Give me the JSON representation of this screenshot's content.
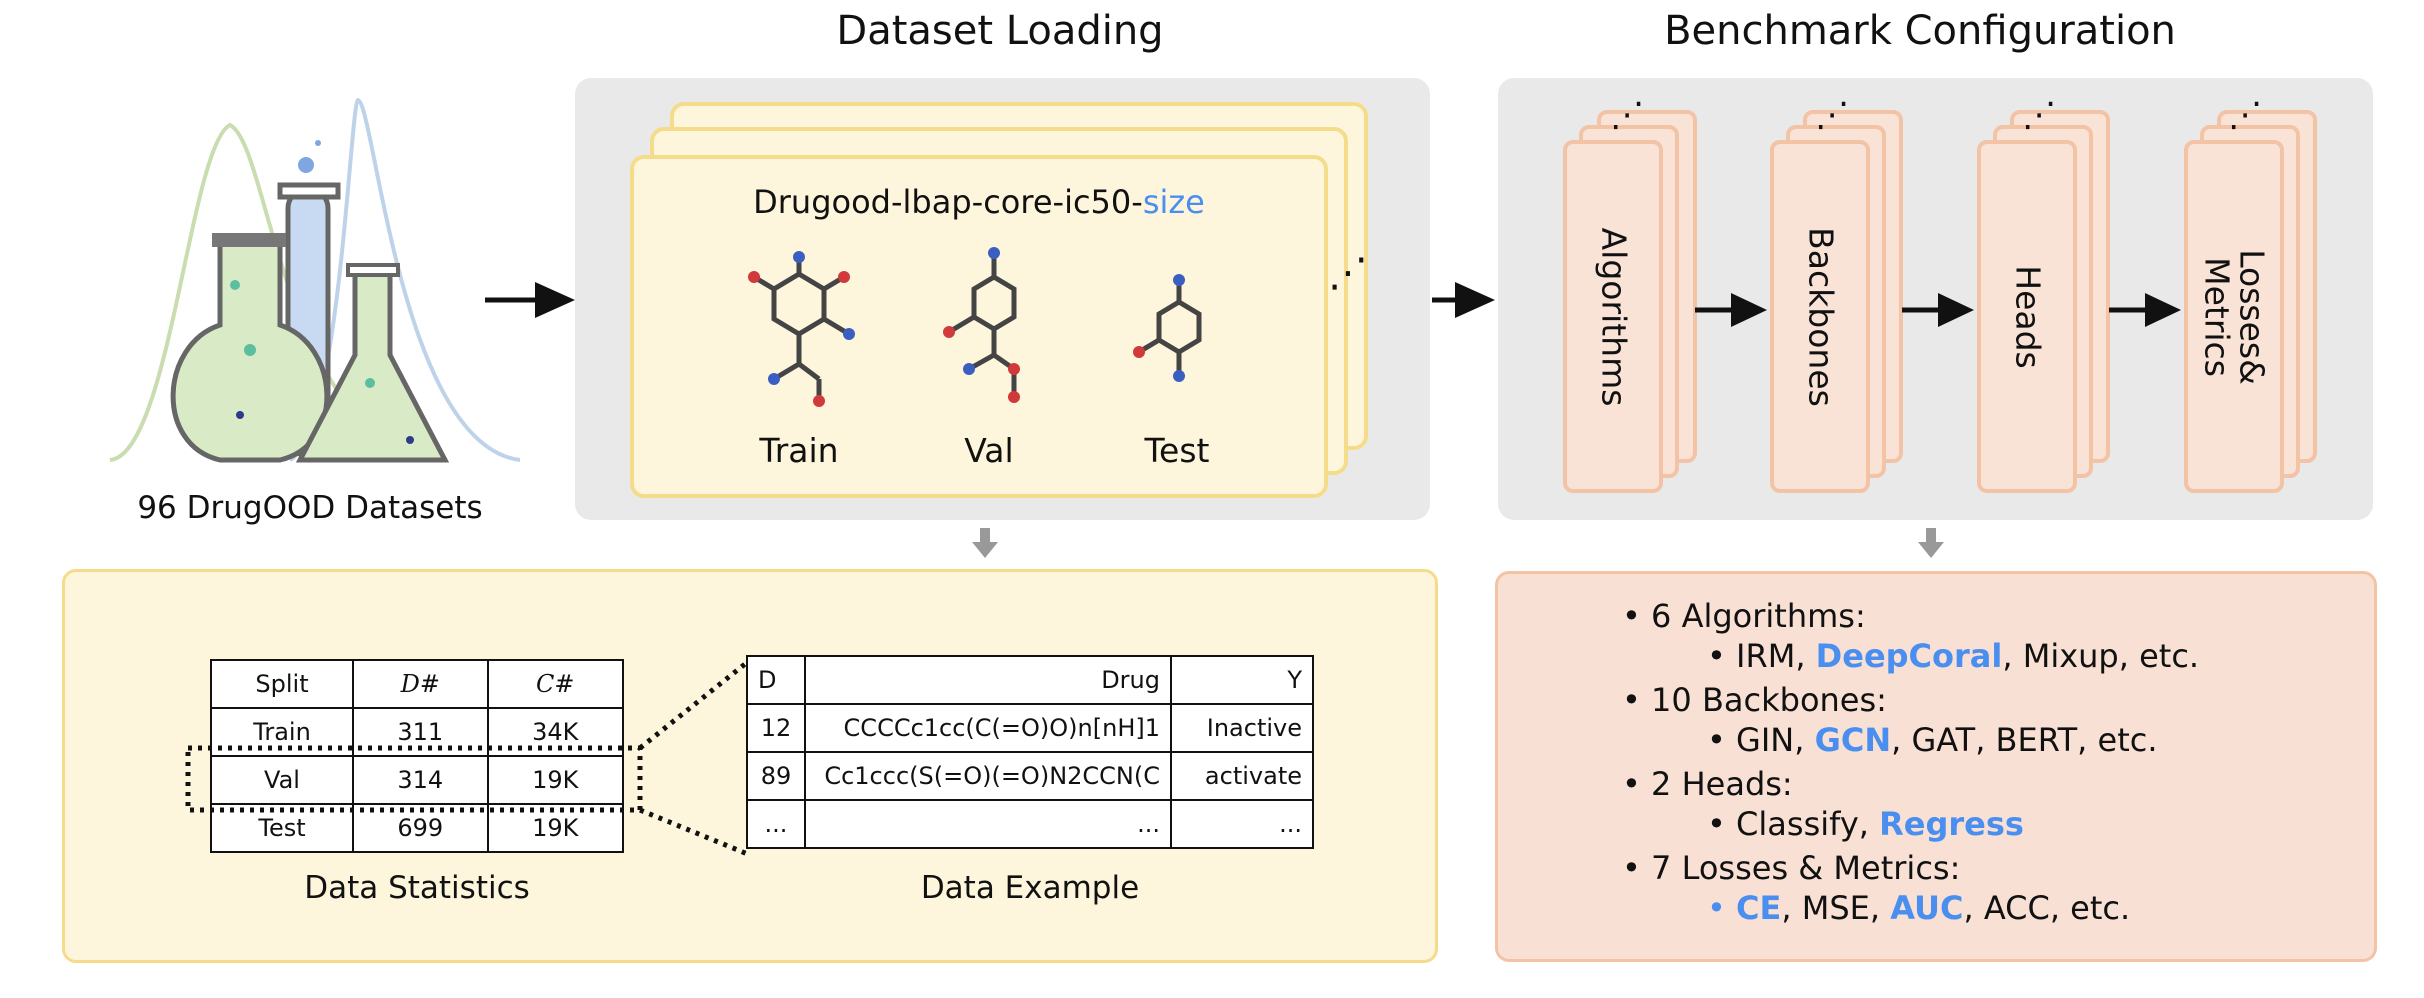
{
  "headings": {
    "dataset_loading": "Dataset Loading",
    "benchmark_configuration": "Benchmark Configuration"
  },
  "datasets_label": "96 DrugOOD Datasets",
  "dataset_card": {
    "name_prefix": "Drugood-lbap-core-ic50-",
    "name_highlight": "size",
    "splits": [
      "Train",
      "Val",
      "Test"
    ],
    "more": "⋰"
  },
  "config_stages": [
    {
      "label": "Algorithms"
    },
    {
      "label": "Backbones"
    },
    {
      "label": "Heads"
    },
    {
      "label": "Losses&\nMetrics"
    }
  ],
  "data_statistics": {
    "caption": "Data Statistics",
    "headers": [
      "Split",
      "D#",
      "C#"
    ],
    "rows": [
      [
        "Train",
        "311",
        "34K"
      ],
      [
        "Val",
        "314",
        "19K"
      ],
      [
        "Test",
        "699",
        "19K"
      ]
    ]
  },
  "data_example": {
    "caption": "Data Example",
    "headers": [
      "D",
      "Drug",
      "Y"
    ],
    "rows": [
      [
        "12",
        "CCCCc1cc(C(=O)O)n[nH]1",
        "Inactive"
      ],
      [
        "89",
        "Cc1ccc(S(=O)(=O)N2CCN(C",
        "activate"
      ],
      [
        "...",
        "...",
        "..."
      ]
    ]
  },
  "summary": {
    "groups": [
      {
        "title": "6 Algorithms:",
        "items": [
          [
            "IRM, ",
            ""
          ],
          [
            "DeepCoral",
            "hl"
          ],
          [
            ", Mixup, etc.",
            ""
          ]
        ]
      },
      {
        "title": "10 Backbones:",
        "items": [
          [
            "GIN, ",
            ""
          ],
          [
            "GCN",
            "hl"
          ],
          [
            ", GAT, BERT, etc.",
            ""
          ]
        ]
      },
      {
        "title": "2 Heads:",
        "items": [
          [
            "Classify, ",
            ""
          ],
          [
            "Regress",
            "hl"
          ]
        ]
      },
      {
        "title": "7 Losses & Metrics:",
        "items": [
          [
            "CE",
            "hl"
          ],
          [
            ", MSE, ",
            ""
          ],
          [
            "AUC",
            "hl"
          ],
          [
            ", ACC, etc.",
            ""
          ]
        ]
      }
    ]
  },
  "colors": {
    "highlight": "#4a8ef0",
    "panel_gray": "#e9e9e9",
    "card_fill": "#fdf6dc",
    "card_border": "#f5dc8a",
    "config_fill": "#f9e2d6",
    "config_border": "#f3c3a6",
    "summary_fill": "#f8e1d4"
  }
}
